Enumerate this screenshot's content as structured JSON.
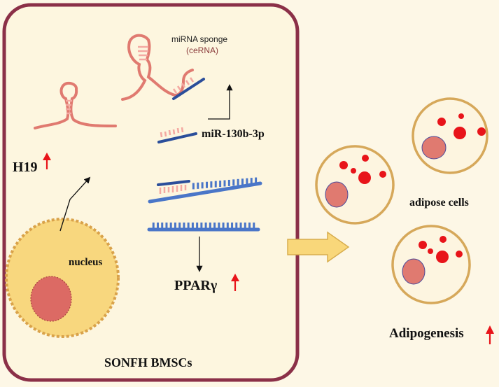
{
  "labels": {
    "mirna_sponge": "miRNA sponge",
    "cerna": "(ceRNA)",
    "mir": "miR-130b-3p",
    "h19": "H19",
    "nucleus": "nucleus",
    "pparg": "PPARγ",
    "sonfh": "SONFH BMSCs",
    "adipose_cells": "adipose cells",
    "adipogenesis": "Adipogenesis"
  },
  "colors": {
    "background": "#fdf7e6",
    "cell_border": "#8b3048",
    "cell_fill": "#fdf6df",
    "rna_strand": "#e07a70",
    "rna_pairing": "#f4a9a2",
    "mirna_blue": "#2b4e9a",
    "mrna_blue": "#4a76c8",
    "nucleus_fill": "#f8d77e",
    "nucleus_border": "#d9a24a",
    "nucleolus_fill": "#dc6a64",
    "up_arrow": "#e8141a",
    "lipid_red": "#e8141a",
    "adipocyte_border": "#d6a85a",
    "adipocyte_fill": "#fdf5e0",
    "adipocyte_nucleus": "#e07a70",
    "big_arrow_fill": "#f9d77a"
  },
  "icons": [
    "up-arrow-icon",
    "right-arrow-icon"
  ]
}
